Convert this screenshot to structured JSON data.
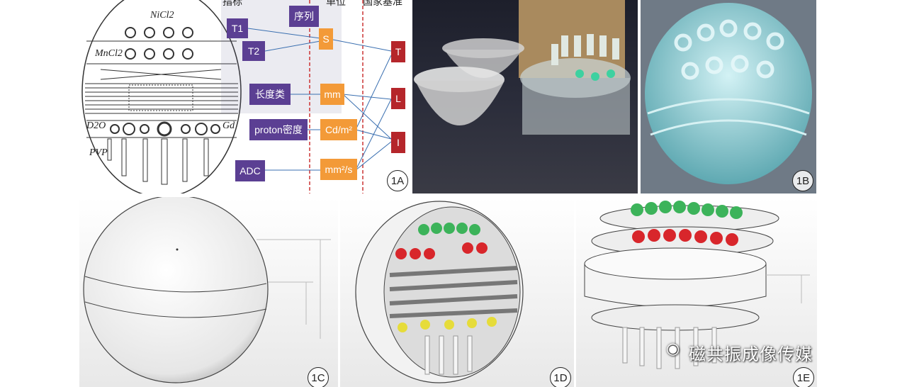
{
  "panel_1a": {
    "headers": [
      "指标",
      "序列",
      "单位",
      "国家基准"
    ],
    "chemicals": [
      "NiCl2",
      "MnCl2",
      "D2O",
      "Gd",
      "PVP"
    ],
    "indicators": [
      "T1",
      "T2",
      "长度类",
      "proton密度",
      "ADC"
    ],
    "sequence": "S",
    "units": [
      "mm",
      "Cd/m²",
      "mm²/s"
    ],
    "standards": [
      "T",
      "L",
      "I"
    ],
    "label": "1A"
  },
  "panel_labels": {
    "b": "1B",
    "c": "1C",
    "d": "1D",
    "e": "1E"
  },
  "watermark": "磁共振成像传媒",
  "colors": {
    "purple": "#5b3f93",
    "orange": "#f39a38",
    "red": "#b5262b",
    "green_sphere": "#3cb35a",
    "red_sphere": "#d8262b",
    "yellow_sphere": "#e6dc3a"
  }
}
